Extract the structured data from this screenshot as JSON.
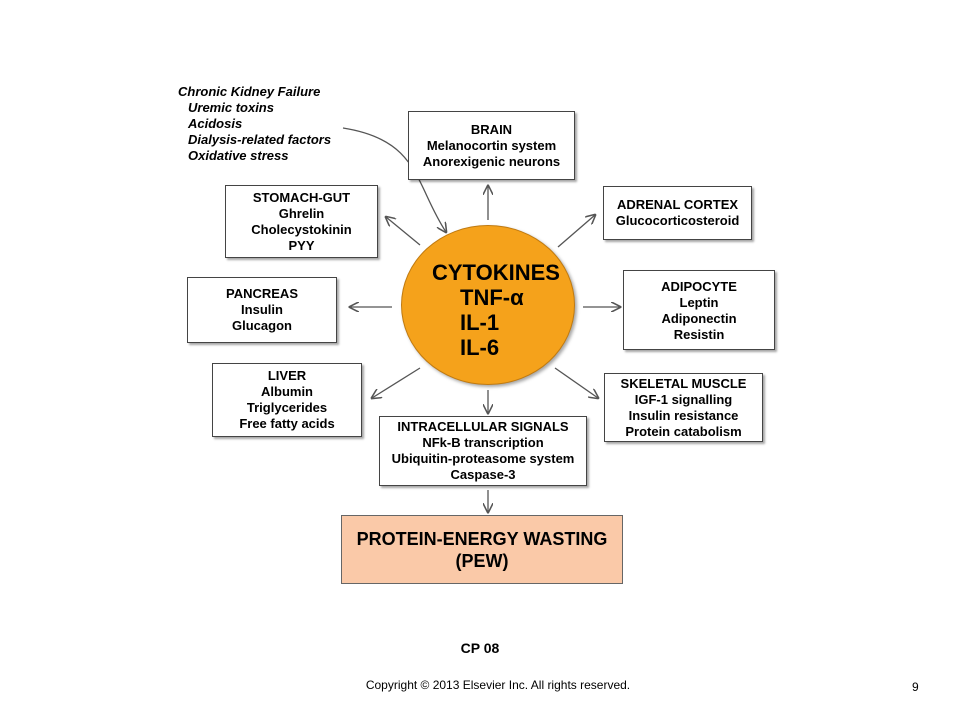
{
  "ckd": {
    "title": "Chronic Kidney Failure",
    "items": [
      "Uremic toxins",
      "Acidosis",
      "Dialysis-related factors",
      "Oxidative stress"
    ]
  },
  "cytokines": {
    "title": "CYTOKINES",
    "items": [
      "TNF-α",
      "IL-1",
      "IL-6"
    ],
    "color": "#f5a21b"
  },
  "brain": {
    "title": "BRAIN",
    "items": [
      "Melanocortin system",
      "Anorexigenic neurons"
    ]
  },
  "adrenal": {
    "title": "ADRENAL CORTEX",
    "items": [
      "Glucocorticosteroid"
    ]
  },
  "stomach": {
    "title": "STOMACH-GUT",
    "items": [
      "Ghrelin",
      "Cholecystokinin",
      "PYY"
    ]
  },
  "pancreas": {
    "title": "PANCREAS",
    "items": [
      "Insulin",
      "Glucagon"
    ]
  },
  "adipocyte": {
    "title": "ADIPOCYTE",
    "items": [
      "Leptin",
      "Adiponectin",
      "Resistin"
    ]
  },
  "liver": {
    "title": "LIVER",
    "items": [
      "Albumin",
      "Triglycerides",
      "Free fatty acids"
    ]
  },
  "muscle": {
    "title": "SKELETAL MUSCLE",
    "items": [
      "IGF-1 signalling",
      "Insulin resistance",
      "Protein catabolism"
    ]
  },
  "signals": {
    "title": "INTRACELLULAR SIGNALS",
    "items": [
      "NFk-B transcription",
      "Ubiquitin-proteasome system",
      "Caspase-3"
    ]
  },
  "pew": {
    "line1": "PROTEIN-ENERGY WASTING",
    "line2": "(PEW)",
    "color": "#fac9a8"
  },
  "footer": {
    "code": "CP 08",
    "copyright": "Copyright © 2013 Elsevier Inc. All rights reserved.",
    "page": "9"
  }
}
